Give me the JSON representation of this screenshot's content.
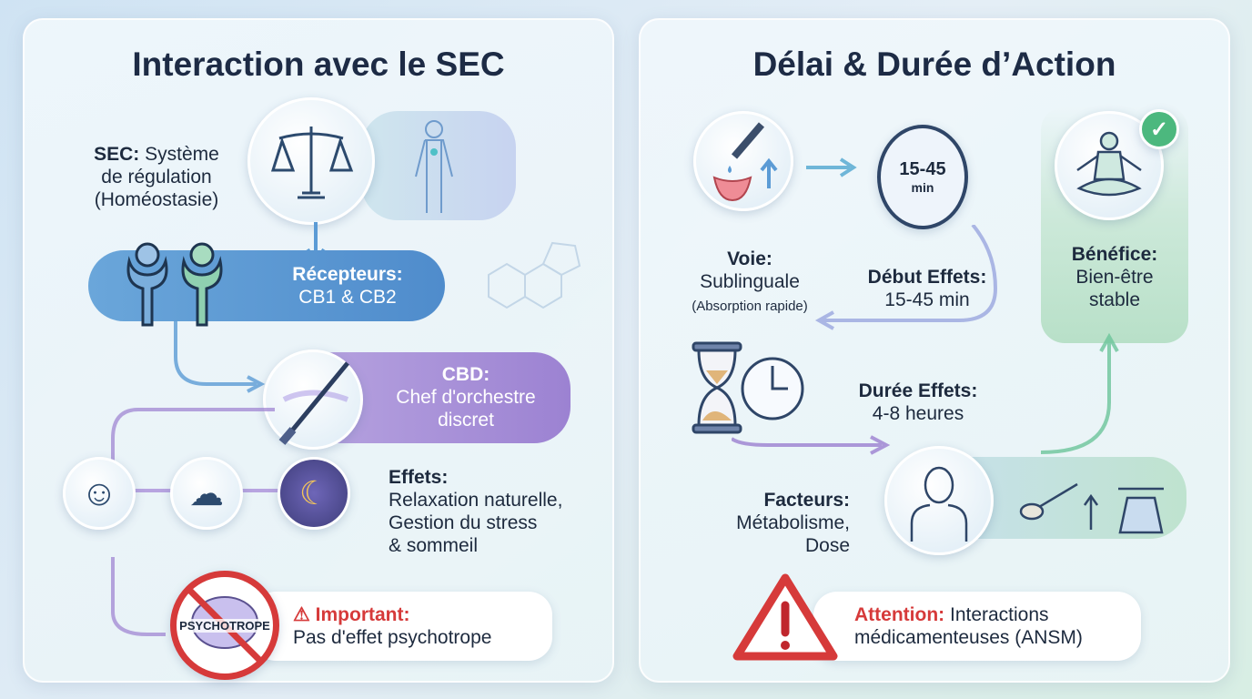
{
  "left": {
    "title": "Interaction avec le SEC",
    "sec": {
      "label": "SEC:",
      "text1": "Système",
      "text2": "de régulation",
      "text3": "(Homéostasie)"
    },
    "receptors": {
      "label": "Récepteurs:",
      "text": "CB1 & CB2"
    },
    "cbd": {
      "label": "CBD:",
      "text1": "Chef d'orchestre",
      "text2": "discret"
    },
    "effects": {
      "label": "Effets:",
      "text1": "Relaxation naturelle,",
      "text2": "Gestion du stress",
      "text3": "& sommeil"
    },
    "important": {
      "label": "Important:",
      "text": "Pas d'effet psychotrope",
      "badge": "PSYCHOTROPE"
    }
  },
  "right": {
    "title": "Délai & Durée d’Action",
    "voie": {
      "label": "Voie:",
      "text1": "Sublinguale",
      "text2": "(Absorption rapide)"
    },
    "timer": {
      "value": "15-45",
      "unit": "min"
    },
    "debut": {
      "label": "Début Effets:",
      "text": "15-45 min"
    },
    "benefice": {
      "label": "Bénéfice:",
      "text1": "Bien-être",
      "text2": "stable"
    },
    "duree": {
      "label": "Durée Effets:",
      "text": "4-8 heures"
    },
    "facteurs": {
      "label": "Facteurs:",
      "text1": "Métabolisme,",
      "text2": "Dose"
    },
    "attention": {
      "label": "Attention:",
      "text1": "Interactions",
      "text2": "médicamenteuses (ANSM)"
    }
  },
  "colors": {
    "blue": "#5b9bd5",
    "purple": "#9b7fd0",
    "green": "#6cc49a",
    "red": "#d63a3a"
  }
}
